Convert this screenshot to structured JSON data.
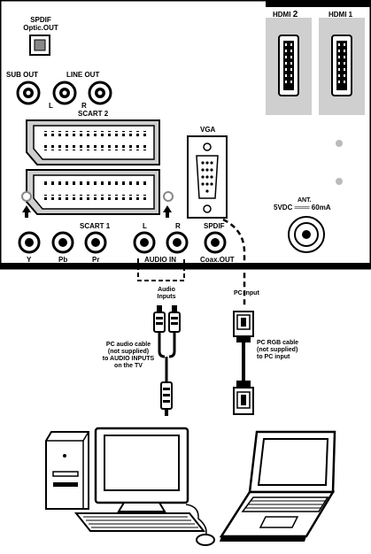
{
  "panel": {
    "spdif_optic": [
      "SPDIF",
      "Optic.OUT"
    ],
    "hdmi2": "HDMI",
    "hdmi2_num": "2",
    "hdmi1": "HDMI 1",
    "sub_out": "SUB OUT",
    "line_out": "LINE OUT",
    "line_l": "L",
    "line_r": "R",
    "scart2": "SCART 2",
    "scart1": "SCART 1",
    "vga": "VGA",
    "ant": "ANT.",
    "power": "5VDC ═══ 60mA",
    "rca_l": "L",
    "rca_r": "R",
    "spdif": "SPDIF",
    "y": "Y",
    "pb": "Pb",
    "pr": "Pr",
    "audio_in": "AUDIO IN",
    "coax_out": "Coax.OUT"
  },
  "annotations": {
    "audio_inputs": [
      "Audio",
      "Inputs"
    ],
    "pc_input": "PC Input",
    "audio_cable": [
      "PC audio cable",
      "(not supplied)",
      "to AUDIO INPUTS",
      "on the TV"
    ],
    "rgb_cable": [
      "PC RGB cable",
      "(not supplied)",
      "to PC input"
    ]
  },
  "icons": [
    "optical-port-icon",
    "hdmi-port-icon",
    "rca-jack-icon",
    "scart-port-icon",
    "vga-port-icon",
    "antenna-socket-icon",
    "rca-plug-icon",
    "vga-plug-icon",
    "desktop-computer-icon",
    "laptop-icon"
  ]
}
